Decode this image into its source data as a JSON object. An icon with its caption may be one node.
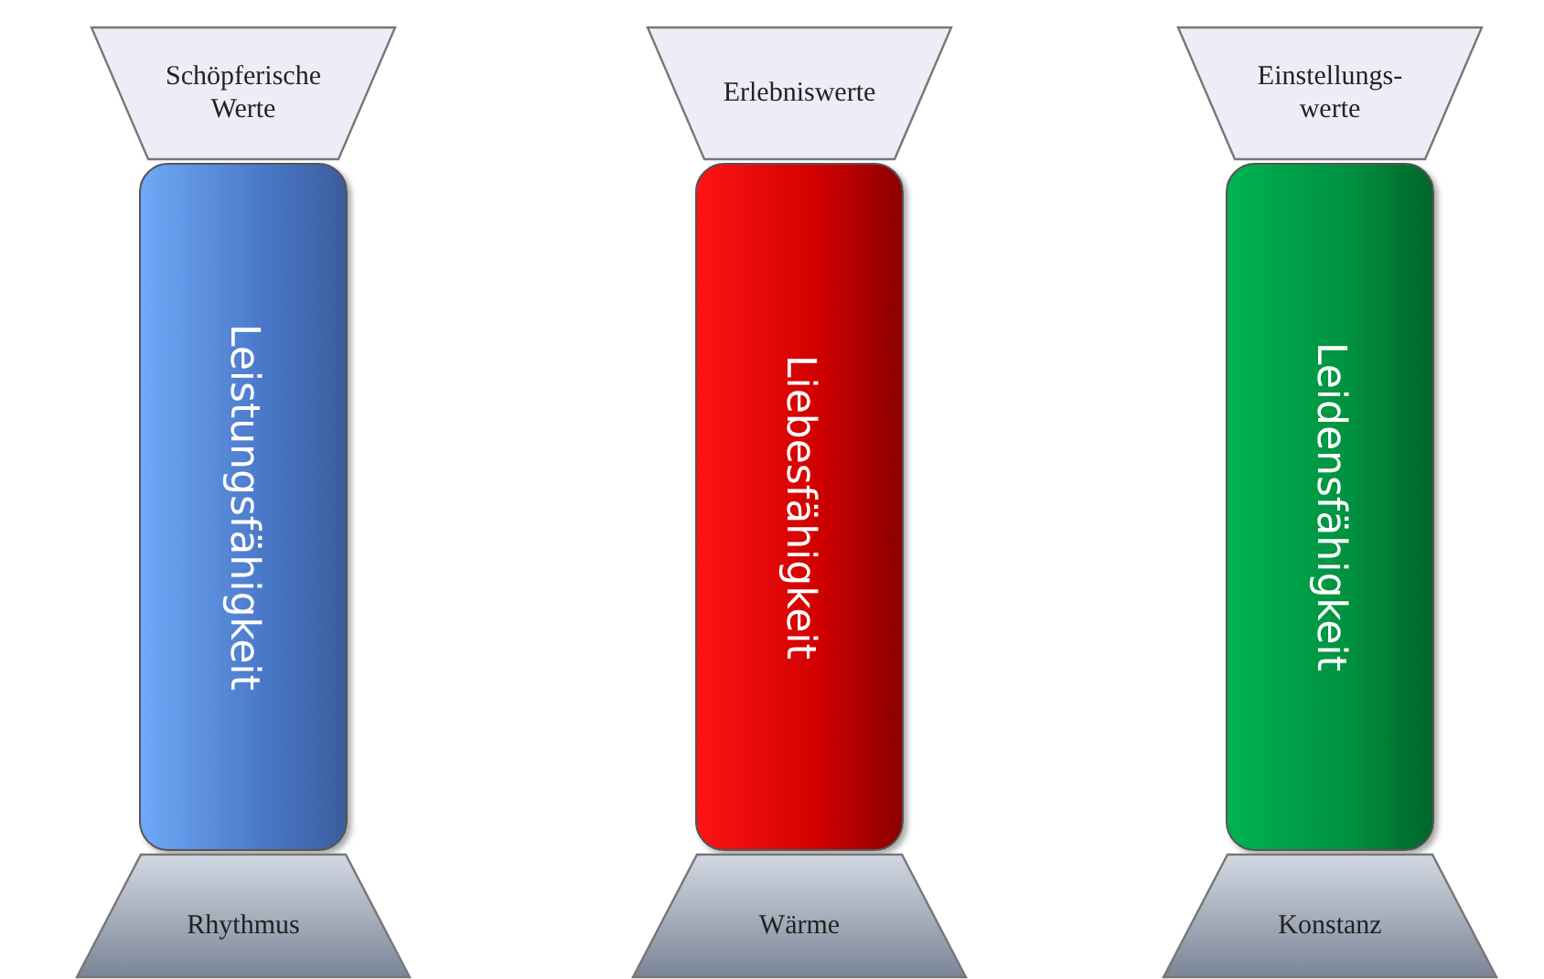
{
  "diagram": {
    "nodes": [
      {
        "text": [
          "Schöpferische Werte"
        ]
      },
      {
        "text": [
          "Erlebniswerte"
        ]
      },
      {
        "text": [
          "Einstellungs- werte"
        ]
      },
      {
        "text": [
          "Leistungsfähigkeit"
        ]
      },
      {
        "text": [
          "Liebesfähigkeit"
        ]
      },
      {
        "text": [
          "Leidensfähigkeit"
        ]
      },
      {
        "text": [
          "Rhythmus"
        ]
      },
      {
        "text": [
          "Wärme"
        ]
      },
      {
        "text": [
          "Konstanz"
        ]
      }
    ]
  }
}
